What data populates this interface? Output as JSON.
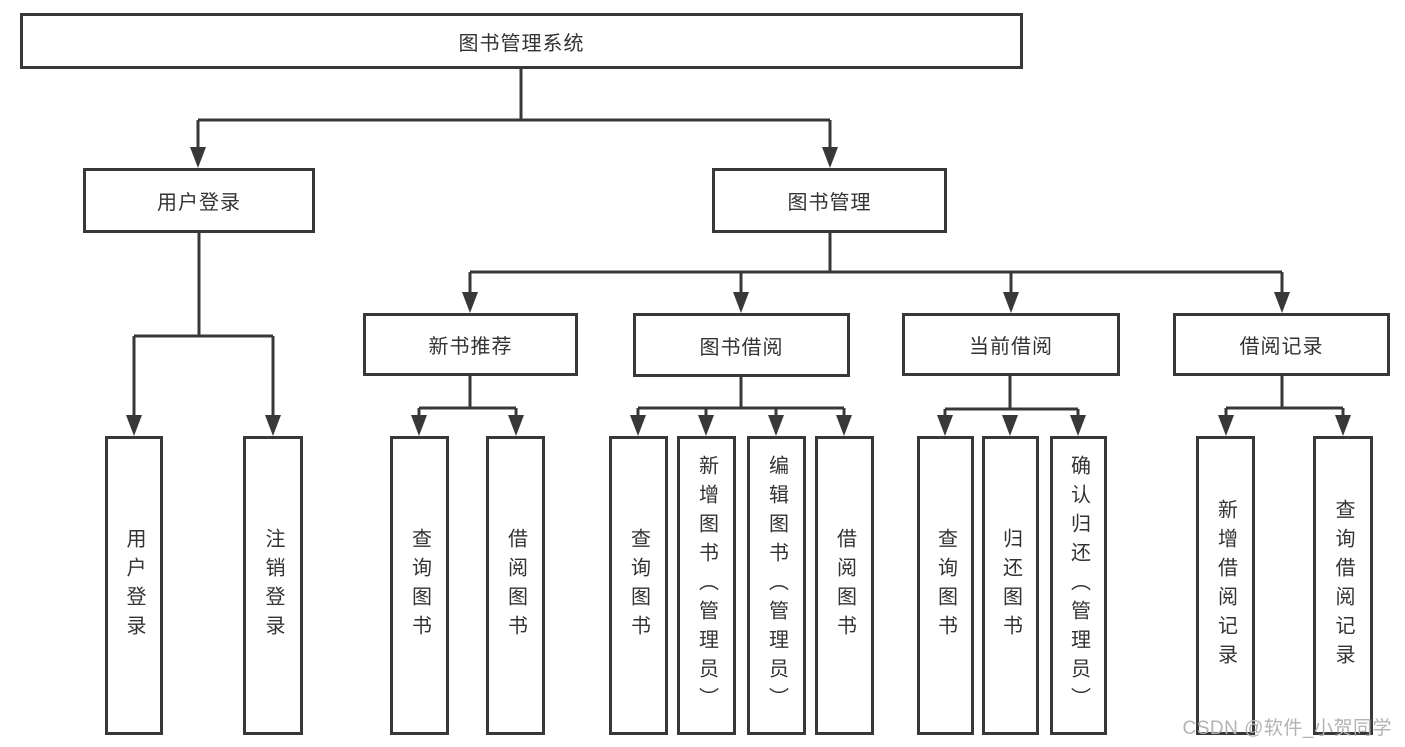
{
  "diagram": {
    "root": "图书管理系统",
    "level2": [
      "用户登录",
      "图书管理"
    ],
    "level3": [
      "新书推荐",
      "图书借阅",
      "当前借阅",
      "借阅记录"
    ],
    "leaves": {
      "user_login": [
        "用户登录",
        "注销登录"
      ],
      "new_book_rec": [
        "查询图书",
        "借阅图书"
      ],
      "book_borrow": [
        "查询图书",
        "新增图书（管理员）",
        "编辑图书（管理员）",
        "借阅图书"
      ],
      "current_borrow": [
        "查询图书",
        "归还图书",
        "确认归还（管理员）"
      ],
      "borrow_records": [
        "新增借阅记录",
        "查询借阅记录"
      ]
    },
    "colors": {
      "line": "#383838",
      "text": "#333333",
      "background": "#ffffff",
      "watermark": "#b3b3b3"
    }
  },
  "watermark": {
    "text": "CSDN @软件_小贺同学"
  }
}
